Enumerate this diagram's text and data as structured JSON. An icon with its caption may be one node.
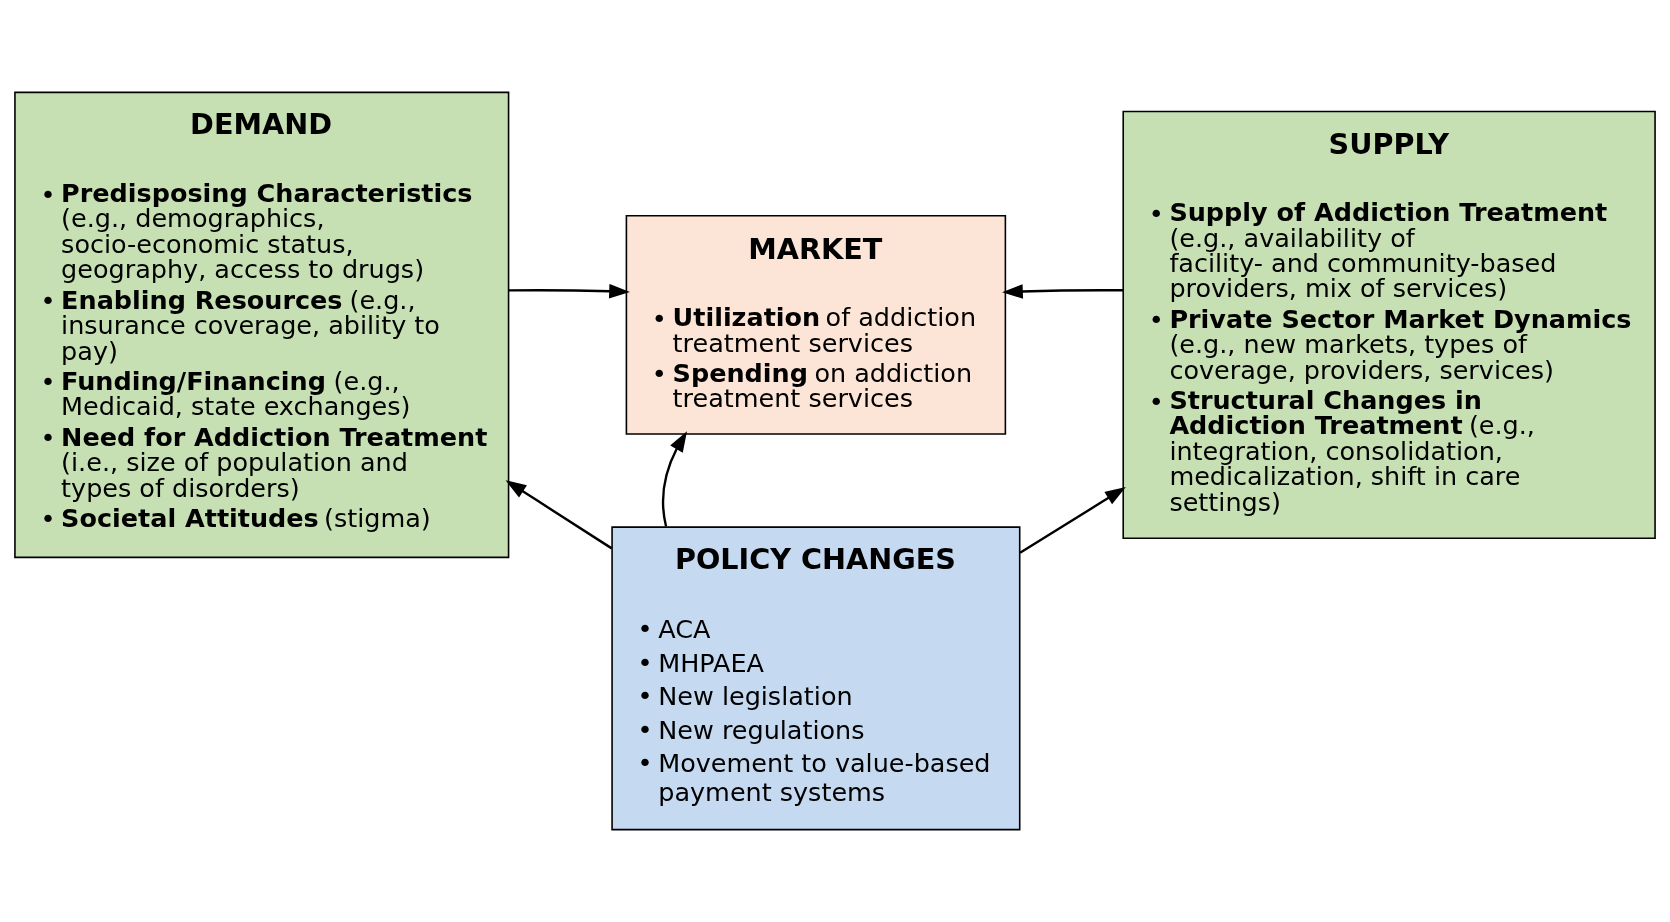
{
  "diagram": {
    "nodes": [
      {
        "text": [
          "DEMAND",
          "• **Predisposing Characteristics** (e.g., demographics, socio-economic status, geography, access to drugs)",
          "• **Enabling Resources** (e.g., insurance coverage, ability to pay)",
          "• **Funding/Financing** (e.g., Medicaid, state exchanges)",
          "• **Need for Addiction Treatment** (i.e., size of population and types of disorders)",
          "• **Societal Attitudes** (stigma)"
        ]
      },
      {
        "text": [
          "MARKET",
          "• **Utilization** of addiction treatment services",
          "• **Spending** on addiction treatment services"
        ]
      },
      {
        "text": [
          "SUPPLY",
          "• **Supply of Addiction Treatment** (e.g., availability of facility- and community-based providers, mix of services)",
          "• **Private Sector Market Dynamics** (e.g., new markets, types of coverage, providers, services)",
          "• **Structural Changes in Addiction Treatment** (e.g., integration, consolidation, medicalization, shift in care settings)"
        ]
      },
      {
        "text": [
          "POLICY CHANGES",
          "• ACA",
          "• MHPAEA",
          "• New legislation",
          "• New regulations",
          "• Movement to value-based payment systems"
        ]
      }
    ],
    "edges": [
      {
        "from": 0,
        "to": 1,
        "arrow": "to"
      },
      {
        "from": 2,
        "to": 1,
        "arrow": "to"
      },
      {
        "from": 3,
        "to": 1,
        "arrow": "to"
      },
      {
        "from": 3,
        "to": 0,
        "arrow": "to"
      },
      {
        "from": 3,
        "to": 2,
        "arrow": "to"
      }
    ]
  }
}
